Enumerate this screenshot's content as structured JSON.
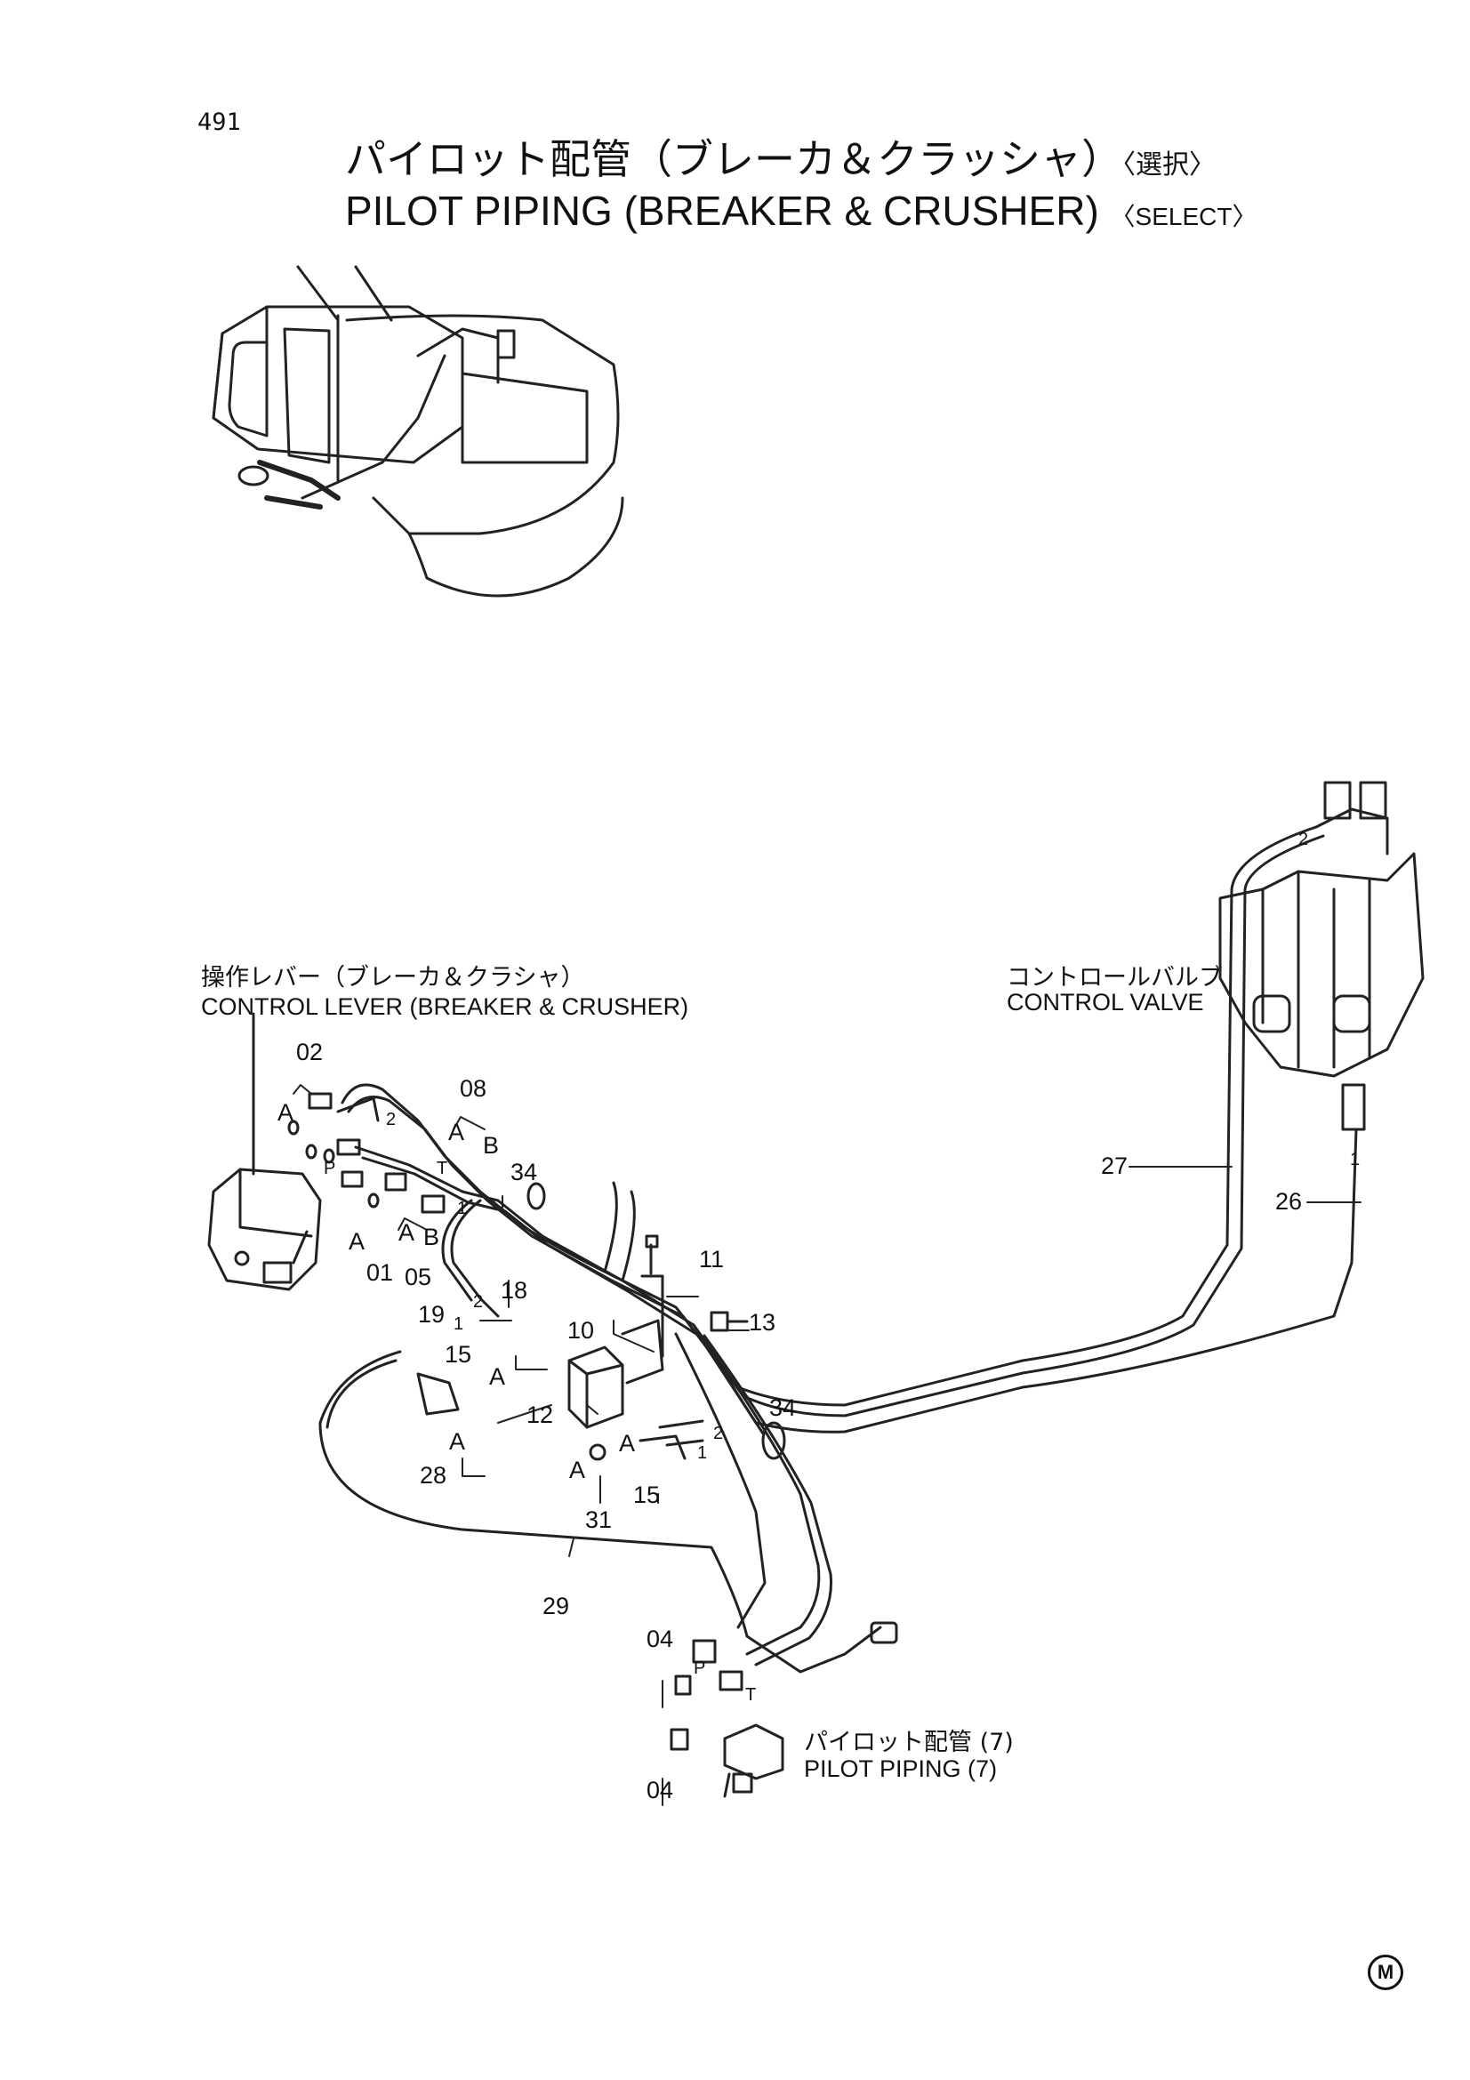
{
  "page": {
    "number": "491",
    "title_ja": "パイロット配管（ブレーカ＆クラッシャ）",
    "title_ja_tag": "〈選択〉",
    "title_en": "PILOT PIPING (BREAKER & CRUSHER)",
    "title_en_tag": "〈SELECT〉",
    "mark": "M"
  },
  "labels": {
    "control_lever_ja": "操作レバー（ブレーカ＆クラシャ）",
    "control_lever_en": "CONTROL LEVER (BREAKER & CRUSHER)",
    "control_valve_ja": "コントロールバルブ",
    "control_valve_en": "CONTROL VALVE",
    "pilot_piping_ja": "パイロット配管 (7)",
    "pilot_piping_en": "PILOT PIPING (7)"
  },
  "callouts": {
    "p02": "02",
    "p08": "08",
    "p34a": "34",
    "p11": "11",
    "p13": "13",
    "p10": "10",
    "p18": "18",
    "p19": "19",
    "p15a": "15",
    "p15b": "15",
    "p12": "12",
    "p28": "28",
    "p31": "31",
    "p34b": "34",
    "p27": "27",
    "p26": "26",
    "p29": "29",
    "p04a": "04",
    "p04b": "04",
    "p01": "01",
    "p05": "05",
    "a1": "A",
    "a2": "A",
    "a3": "A",
    "a4": "A",
    "a5": "A",
    "a6": "A",
    "a7": "A",
    "a8": "A",
    "b1": "B",
    "b2": "B",
    "port_p1": "P",
    "port_t1": "T",
    "port_p2": "P",
    "port_t2": "T",
    "n2a": "2",
    "n1a": "1",
    "n2b": "2",
    "n1b": "1",
    "n2c": "2",
    "n1c": "1",
    "n2d": "2",
    "n1d": "1"
  }
}
